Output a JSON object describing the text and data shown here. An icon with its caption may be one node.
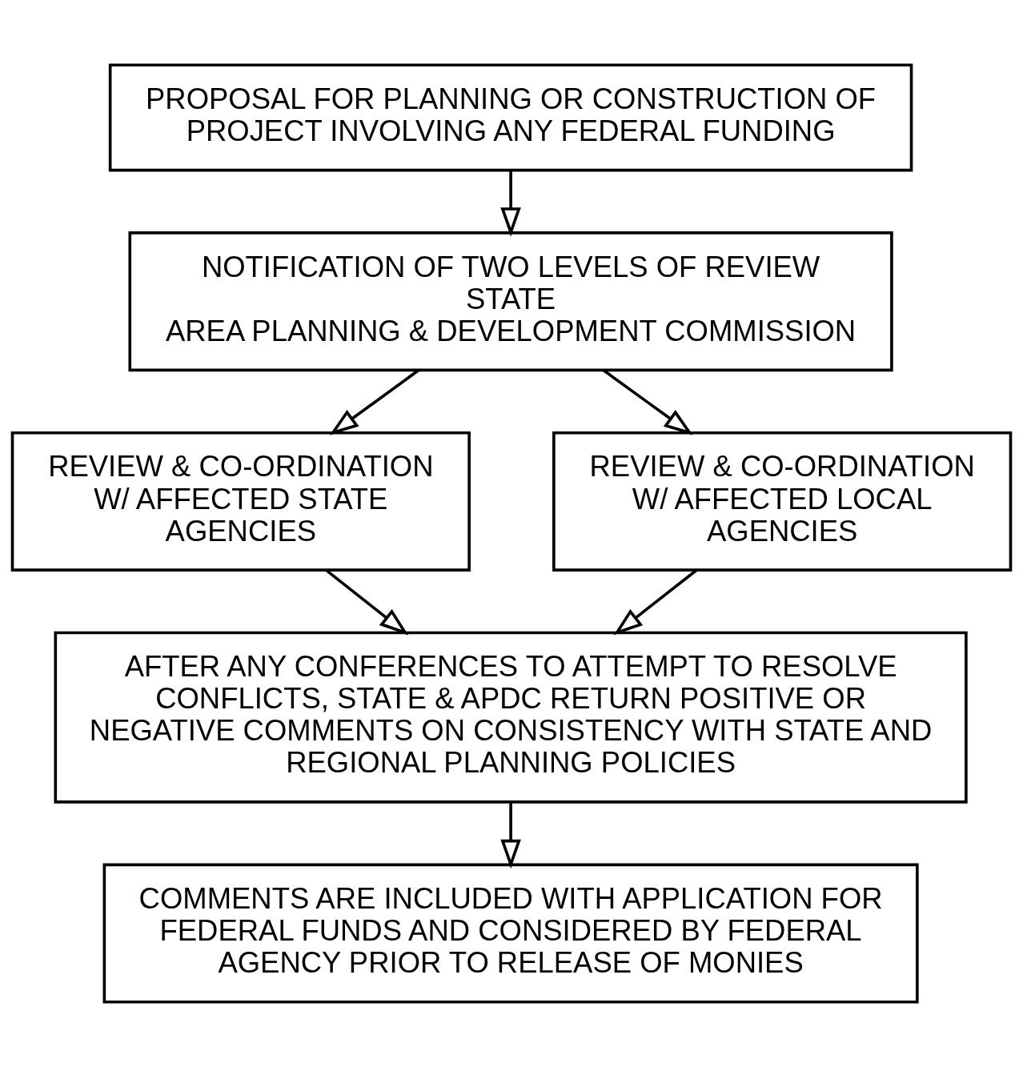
{
  "diagram": {
    "nodes": [
      {
        "text": [
          "PROPOSAL FOR PLANNING OR CONSTRUCTION OF PROJECT INVOLVING ANY FEDERAL FUNDING"
        ]
      },
      {
        "text": [
          "NOTIFICATION OF TWO LEVELS OF REVIEW",
          "STATE",
          "AREA PLANNING & DEVELOPMENT COMMISSION"
        ]
      },
      {
        "text": [
          "REVIEW & CO-ORDINATION W/ AFFECTED STATE AGENCIES"
        ]
      },
      {
        "text": [
          "REVIEW & CO-ORDINATION W/ AFFECTED LOCAL AGENCIES"
        ]
      },
      {
        "text": [
          "AFTER ANY CONFERENCES TO ATTEMPT TO RESOLVE CONFLICTS, STATE & APDC RETURN POSITIVE OR NEGATIVE COMMENTS ON CONSISTENCY WITH STATE AND REGIONAL PLANNING POLICIES"
        ]
      },
      {
        "text": [
          "COMMENTS ARE INCLUDED WITH APPLICATION FOR FEDERAL FUNDS AND CONSIDERED BY FEDERAL AGENCY PRIOR TO RELEASE OF MONIES"
        ]
      }
    ],
    "edges": [
      {
        "from": 0,
        "to": 1,
        "arrow": "to"
      },
      {
        "from": 1,
        "to": 2,
        "arrow": "to"
      },
      {
        "from": 1,
        "to": 3,
        "arrow": "to"
      },
      {
        "from": 2,
        "to": 4,
        "arrow": "to"
      },
      {
        "from": 3,
        "to": 4,
        "arrow": "to"
      },
      {
        "from": 4,
        "to": 5,
        "arrow": "to"
      }
    ]
  }
}
